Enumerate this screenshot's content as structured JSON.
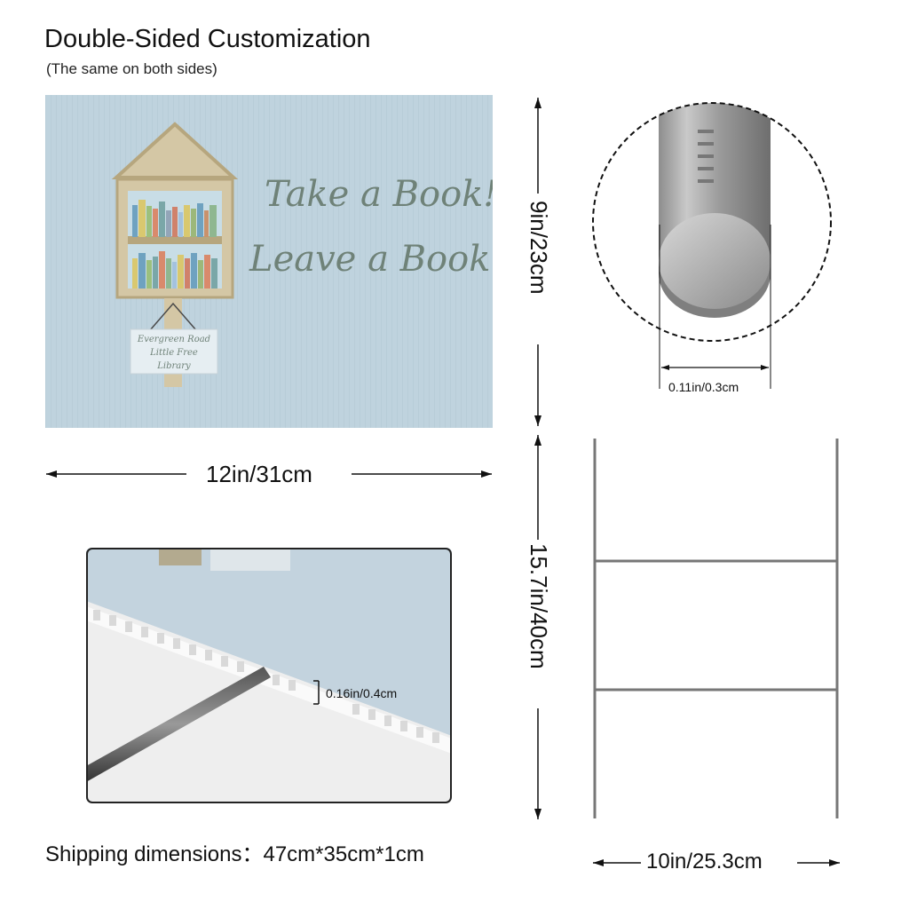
{
  "header": {
    "title": "Double-Sided Customization",
    "subtitle": "(The same on both sides)"
  },
  "sign": {
    "line1": "Take a Book!",
    "line2": "Leave a Book!",
    "plaque_line1": "Evergreen Road",
    "plaque_line2": "Little Free",
    "plaque_line3": "Library",
    "colors": {
      "background": "#bfd3de",
      "script_text": "#6f8278",
      "house": "#d4c7a5",
      "house_border": "#b6a67e"
    }
  },
  "dimensions": {
    "sign_width": "12in/31cm",
    "sign_height": "9in/23cm",
    "wire_diameter": "0.11in/0.3cm",
    "board_thickness": "0.16in/0.4cm",
    "stake_height": "15.7in/40cm",
    "stake_width": "10in/25.3cm"
  },
  "footer": {
    "shipping": "Shipping dimensions：47cm*35cm*1cm"
  }
}
